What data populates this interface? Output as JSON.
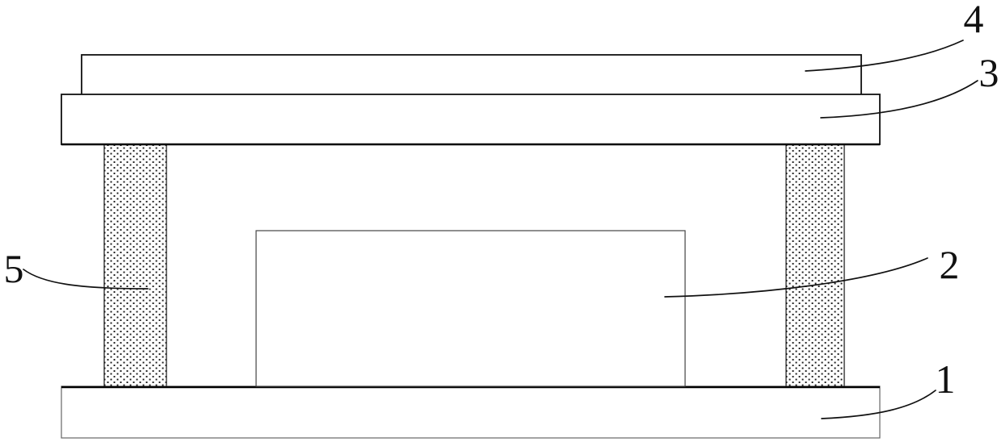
{
  "diagram": {
    "background_color": "#ffffff",
    "line_color": "#111111",
    "stipple_dot_color": "#111111",
    "labels": {
      "l1": "1",
      "l2": "2",
      "l3": "3",
      "l4": "4",
      "l5": "5"
    }
  }
}
